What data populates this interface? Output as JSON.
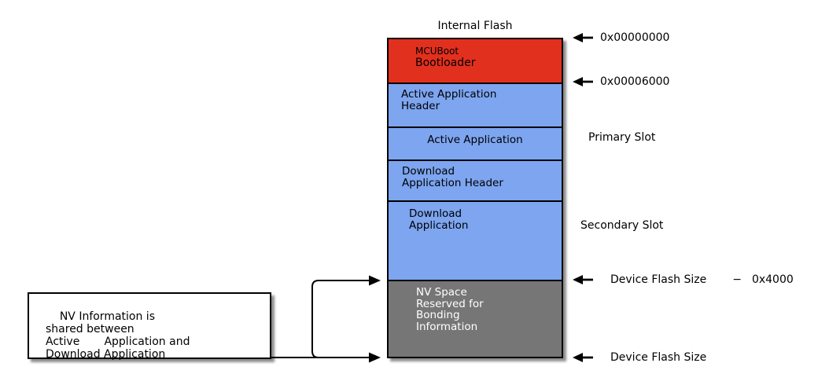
{
  "title": "Internal Flash",
  "colors": {
    "bootloader_red": "#e2301e",
    "slot_blue": "#7da5f0",
    "nv_gray": "#767676",
    "nv_text_white": "#ffffff",
    "line_black": "#000000"
  },
  "flash_box": {
    "sections": [
      {
        "name": "mcuboot-bootloader",
        "lines": [
          "MCUBoot",
          "Bootloader"
        ]
      },
      {
        "name": "active-application-header",
        "lines": [
          "Active Application",
          "Header"
        ]
      },
      {
        "name": "active-application",
        "lines": [
          "Active Application"
        ]
      },
      {
        "name": "download-application-header",
        "lines": [
          "Download",
          "Application Header"
        ]
      },
      {
        "name": "download-application",
        "lines": [
          "Download",
          "Application"
        ]
      },
      {
        "name": "nv-space",
        "lines": [
          "NV Space",
          "Reserved for",
          "Bonding",
          "Information"
        ]
      }
    ]
  },
  "annotations": {
    "addr_top": "0x00000000",
    "addr_bootloader_end": "0x00006000",
    "primary_slot": "Primary Slot",
    "secondary_slot": "Secondary Slot",
    "device_flash_minus": {
      "label": "Device Flash Size",
      "operator": "−",
      "value": "0x4000"
    },
    "device_flash": "Device Flash Size"
  },
  "note": {
    "text": "NV Information is\nshared between\nActive       Application and\nDownload Application"
  }
}
